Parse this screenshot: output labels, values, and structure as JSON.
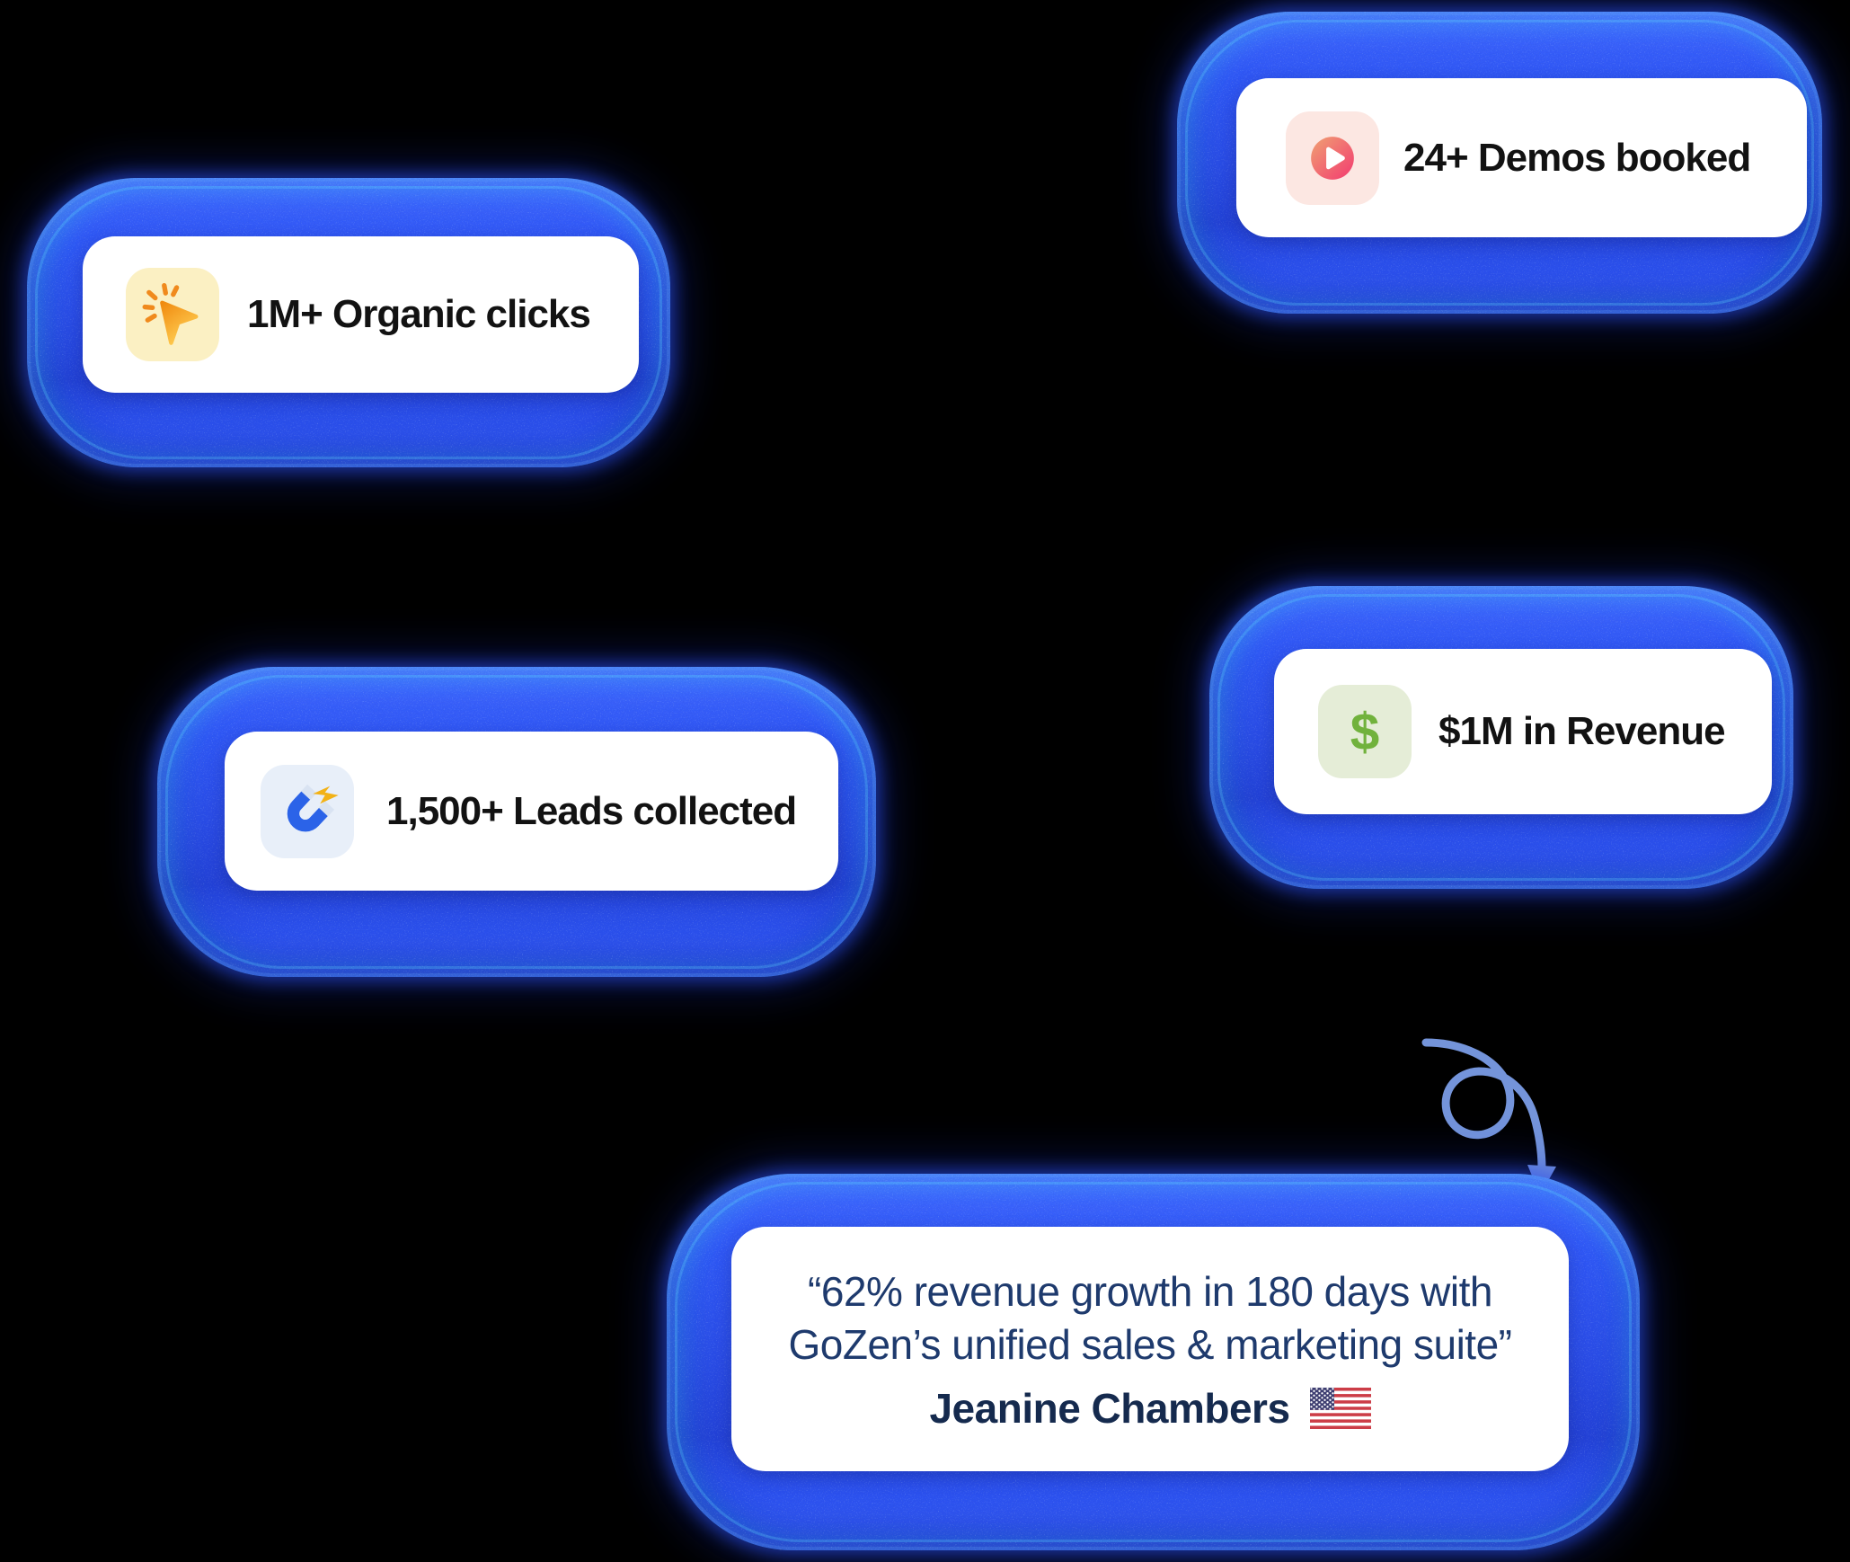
{
  "canvas": {
    "background": "#000000"
  },
  "badges": [
    {
      "id": "organic-clicks",
      "label": "1M+ Organic clicks",
      "icon": "cursor-click-icon",
      "icon_bg": "#FBF0C3",
      "icon_color": "#F59B17"
    },
    {
      "id": "demos-booked",
      "label": "24+ Demos booked",
      "icon": "play-icon",
      "icon_bg": "#FCE7E2",
      "icon_color": "#F23A70"
    },
    {
      "id": "leads-collected",
      "label": "1,500+ Leads collected",
      "icon": "magnet-icon",
      "icon_bg": "#E8EFF9",
      "icon_color": "#2B63E8"
    },
    {
      "id": "revenue",
      "label": "$1M in Revenue",
      "icon": "dollar-icon",
      "icon_bg": "#E5EDD7",
      "icon_color": "#71B23C",
      "icon_glyph": "$"
    }
  ],
  "testimonial": {
    "quote_line_1": "“62% revenue growth in 180 days with",
    "quote_line_2": "GoZen’s unified sales & marketing suite”",
    "author": "Jeanine Chambers",
    "flag": "us-flag"
  },
  "colors": {
    "pill_blue": "#2C51EF",
    "pill_blue_dark": "#2341D6",
    "pill_glow_cyan": "#3FE0FF",
    "card_white": "#FFFFFF",
    "stat_text": "#121212",
    "quote_text": "#1E3A6D",
    "author_text": "#152A4E",
    "arrow_blue": "#7494DA"
  }
}
